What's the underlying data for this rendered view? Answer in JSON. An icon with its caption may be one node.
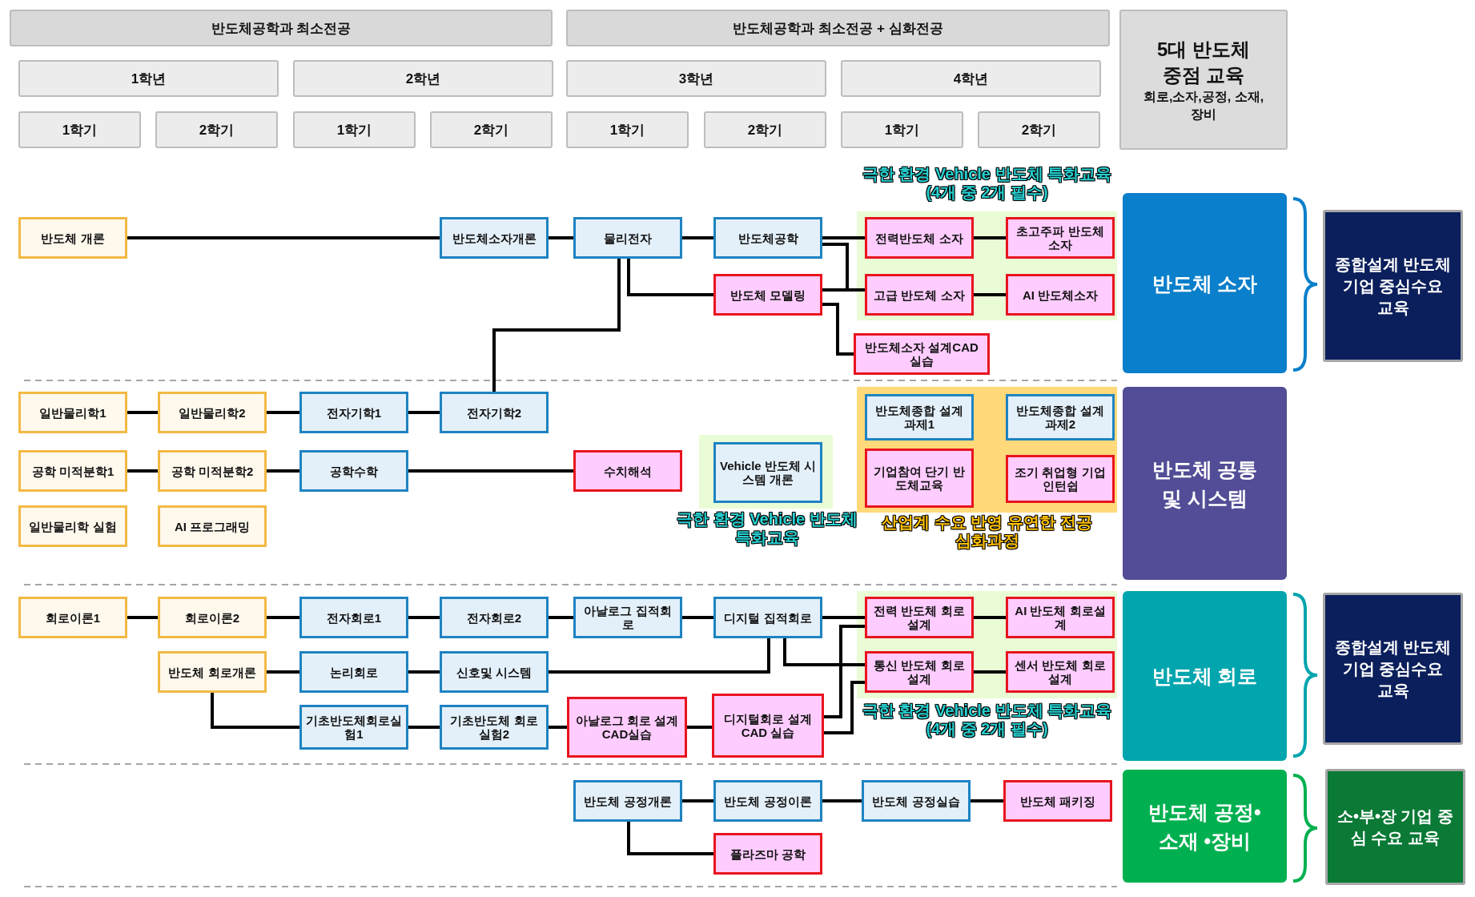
{
  "diagram": {
    "nodes": [
      {
        "text": [
          "반도체공학과 최소전공"
        ]
      },
      {
        "text": [
          "반도체공학과 최소전공 + 심화전공"
        ]
      },
      {
        "text": [
          "5대 반도체 중점 교육",
          "회로,소자,공정, 소재,장비"
        ]
      },
      {
        "text": [
          "1학년"
        ]
      },
      {
        "text": [
          "2학년"
        ]
      },
      {
        "text": [
          "3학년"
        ]
      },
      {
        "text": [
          "4학년"
        ]
      },
      {
        "text": [
          "1학기"
        ]
      },
      {
        "text": [
          "2학기"
        ]
      },
      {
        "text": [
          "1학기"
        ]
      },
      {
        "text": [
          "2학기"
        ]
      },
      {
        "text": [
          "1학기"
        ]
      },
      {
        "text": [
          "2학기"
        ]
      },
      {
        "text": [
          "1학기"
        ]
      },
      {
        "text": [
          "2학기"
        ]
      },
      {
        "text": [
          "반도체 개론"
        ]
      },
      {
        "text": [
          "반도체소자개론"
        ]
      },
      {
        "text": [
          "물리전자"
        ]
      },
      {
        "text": [
          "반도체공학"
        ]
      },
      {
        "text": [
          "반도체 모델링"
        ]
      },
      {
        "text": [
          "극한 환경 Vehicle 반도체 특화교육 (4개 중 2개 필수)"
        ]
      },
      {
        "text": [
          "전력반도체 소자"
        ],
        "in": 20
      },
      {
        "text": [
          "초고주파 반도체소자"
        ],
        "in": 20
      },
      {
        "text": [
          "고급 반도체 소자"
        ],
        "in": 20
      },
      {
        "text": [
          "AI 반도체소자"
        ],
        "in": 20
      },
      {
        "text": [
          "반도체소자 설계CAD 실습"
        ]
      },
      {
        "text": [
          "반도체 소자"
        ]
      },
      {
        "text": [
          "종합설계 반도체 기업 중심수요 교육"
        ]
      },
      {
        "text": [
          "일반물리학1"
        ]
      },
      {
        "text": [
          "일반물리학2"
        ]
      },
      {
        "text": [
          "전자기학1"
        ]
      },
      {
        "text": [
          "전자기학2"
        ]
      },
      {
        "text": [
          "공학 미적분학1"
        ]
      },
      {
        "text": [
          "공학 미적분학2"
        ]
      },
      {
        "text": [
          "공학수학"
        ]
      },
      {
        "text": [
          "수치해석"
        ]
      },
      {
        "text": [
          "극한 환경 Vehicle 반도체 특화교육"
        ]
      },
      {
        "text": [
          "Vehicle 반도체 시스템 개론"
        ],
        "in": 36
      },
      {
        "text": [
          "산업계 수요 반영 유연한 전공 심화과정"
        ]
      },
      {
        "text": [
          "반도체종합 설계과제1"
        ],
        "in": 38
      },
      {
        "text": [
          "반도체종합 설계과제2"
        ],
        "in": 38
      },
      {
        "text": [
          "기업참여 단기 반도체교육"
        ],
        "in": 38
      },
      {
        "text": [
          "조기 취업형 기업인턴쉽"
        ],
        "in": 38
      },
      {
        "text": [
          "일반물리학 실험"
        ]
      },
      {
        "text": [
          "AI 프로그래밍"
        ]
      },
      {
        "text": [
          "반도체 공통 및 시스템"
        ]
      },
      {
        "text": [
          "회로이론1"
        ]
      },
      {
        "text": [
          "회로이론2"
        ]
      },
      {
        "text": [
          "전자회로1"
        ]
      },
      {
        "text": [
          "전자회로2"
        ]
      },
      {
        "text": [
          "아날로그 집적회로"
        ]
      },
      {
        "text": [
          "디지털 집적회로"
        ]
      },
      {
        "text": [
          "극한 환경 Vehicle 반도체 특화교육 (4개 중 2개 필수)"
        ]
      },
      {
        "text": [
          "전력 반도체 회로설계"
        ],
        "in": 52
      },
      {
        "text": [
          "AI 반도체 회로설계"
        ],
        "in": 52
      },
      {
        "text": [
          "통신 반도체 회로설계"
        ],
        "in": 52
      },
      {
        "text": [
          "센서 반도체 회로설계"
        ],
        "in": 52
      },
      {
        "text": [
          "반도체 회로개론"
        ]
      },
      {
        "text": [
          "논리회로"
        ]
      },
      {
        "text": [
          "신호및 시스템"
        ]
      },
      {
        "text": [
          "기초반도체회로실험1"
        ]
      },
      {
        "text": [
          "기초반도체 회로실험2"
        ]
      },
      {
        "text": [
          "아날로그 회로 설계CAD실습"
        ]
      },
      {
        "text": [
          "디지털회로 설계CAD 실습"
        ]
      },
      {
        "text": [
          "반도체 회로"
        ]
      },
      {
        "text": [
          "종합설계 반도체 기업 중심수요 교육"
        ]
      },
      {
        "text": [
          "반도체 공정개론"
        ]
      },
      {
        "text": [
          "반도체 공정이론"
        ]
      },
      {
        "text": [
          "반도체 공정실습"
        ]
      },
      {
        "text": [
          "반도체 패키징"
        ]
      },
      {
        "text": [
          "플라즈마 공학"
        ]
      },
      {
        "text": [
          "반도체 공정•소재 •장비"
        ]
      },
      {
        "text": [
          "소•부•장 기업 중심 수요 교육"
        ]
      }
    ],
    "edges": [
      {
        "from": 15,
        "to": 16,
        "arrow": "none"
      },
      {
        "from": 16,
        "to": 17,
        "arrow": "none"
      },
      {
        "from": 17,
        "to": 18,
        "arrow": "none"
      },
      {
        "from": 17,
        "to": 19,
        "arrow": "none"
      },
      {
        "from": 31,
        "to": 17,
        "arrow": "none"
      },
      {
        "from": 18,
        "to": 21,
        "arrow": "none"
      },
      {
        "from": 18,
        "to": 23,
        "arrow": "none"
      },
      {
        "from": 19,
        "to": 23,
        "arrow": "none"
      },
      {
        "from": 19,
        "to": 25,
        "arrow": "none"
      },
      {
        "from": 21,
        "to": 22,
        "arrow": "none"
      },
      {
        "from": 23,
        "to": 24,
        "arrow": "none"
      },
      {
        "from": 28,
        "to": 29,
        "arrow": "none"
      },
      {
        "from": 29,
        "to": 30,
        "arrow": "none"
      },
      {
        "from": 30,
        "to": 31,
        "arrow": "none"
      },
      {
        "from": 32,
        "to": 33,
        "arrow": "none"
      },
      {
        "from": 33,
        "to": 34,
        "arrow": "none"
      },
      {
        "from": 34,
        "to": 35,
        "arrow": "none"
      },
      {
        "from": 46,
        "to": 47,
        "arrow": "none"
      },
      {
        "from": 47,
        "to": 48,
        "arrow": "none"
      },
      {
        "from": 48,
        "to": 49,
        "arrow": "none"
      },
      {
        "from": 49,
        "to": 50,
        "arrow": "none"
      },
      {
        "from": 50,
        "to": 51,
        "arrow": "none"
      },
      {
        "from": 51,
        "to": 53,
        "arrow": "none"
      },
      {
        "from": 53,
        "to": 54,
        "arrow": "none"
      },
      {
        "from": 55,
        "to": 56,
        "arrow": "none"
      },
      {
        "from": 57,
        "to": 58,
        "arrow": "none"
      },
      {
        "from": 58,
        "to": 59,
        "arrow": "none"
      },
      {
        "from": 59,
        "to": 51,
        "arrow": "none"
      },
      {
        "from": 51,
        "to": 55,
        "arrow": "none"
      },
      {
        "from": 57,
        "to": 60,
        "arrow": "none"
      },
      {
        "from": 60,
        "to": 61,
        "arrow": "none"
      },
      {
        "from": 61,
        "to": 62,
        "arrow": "none"
      },
      {
        "from": 62,
        "to": 63,
        "arrow": "none"
      },
      {
        "from": 63,
        "to": 53,
        "arrow": "none"
      },
      {
        "from": 63,
        "to": 55,
        "arrow": "none"
      },
      {
        "from": 66,
        "to": 67,
        "arrow": "none"
      },
      {
        "from": 67,
        "to": 68,
        "arrow": "none"
      },
      {
        "from": 68,
        "to": 69,
        "arrow": "none"
      },
      {
        "from": 66,
        "to": 70,
        "arrow": "none"
      }
    ]
  }
}
